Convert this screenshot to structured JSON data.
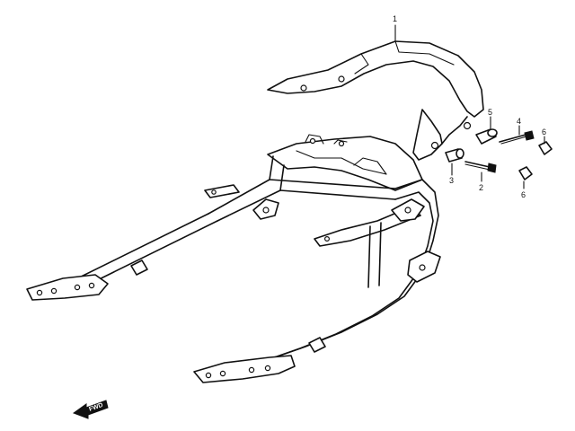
{
  "callouts": {
    "p1": "1",
    "p2": "2",
    "p3": "3",
    "p4": "4",
    "p5": "5",
    "p6a": "6",
    "p6b": "6"
  },
  "direction_arrow": {
    "label": "FWD",
    "icon": "forward-arrow-icon"
  }
}
